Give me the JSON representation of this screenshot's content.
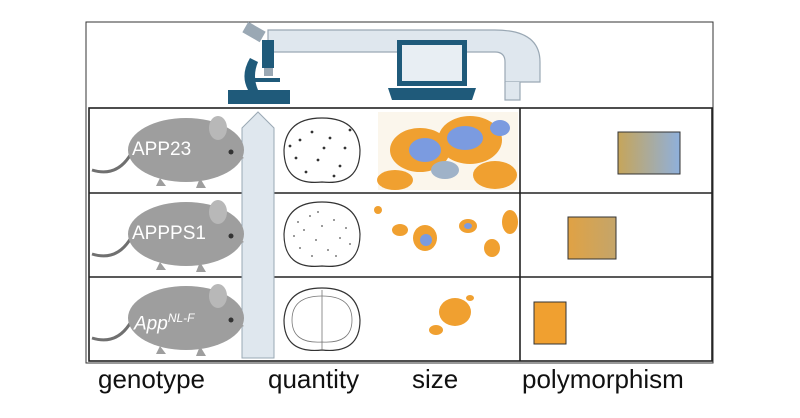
{
  "footer": {
    "genotype": "genotype",
    "quantity": "quantity",
    "size": "size",
    "polymorphism": "polymorphism"
  },
  "rows": [
    {
      "label": "APP23",
      "style": "normal",
      "polymorphism_fill": [
        "#c6a55a",
        "#8fb0dc"
      ]
    },
    {
      "label": "APPPS1",
      "style": "normal",
      "polymorphism_fill": [
        "#e0a244",
        "#c4a56a"
      ]
    },
    {
      "label_base": "App",
      "label_sup": "NL-F",
      "style": "italic",
      "polymorphism_fill": [
        "#f0a030",
        "#f0a030"
      ]
    }
  ],
  "icons": [
    "microscope-icon",
    "laptop-icon",
    "mouse-icon",
    "brain-section-icon",
    "arrow-icon"
  ],
  "colors": {
    "mouse": "#9e9e9e",
    "tube": "#dfe7ee",
    "device": "#1f5a7a",
    "plaque_orange": "#f0a030",
    "plaque_blue": "#7b9be0",
    "grid": "#222222"
  }
}
